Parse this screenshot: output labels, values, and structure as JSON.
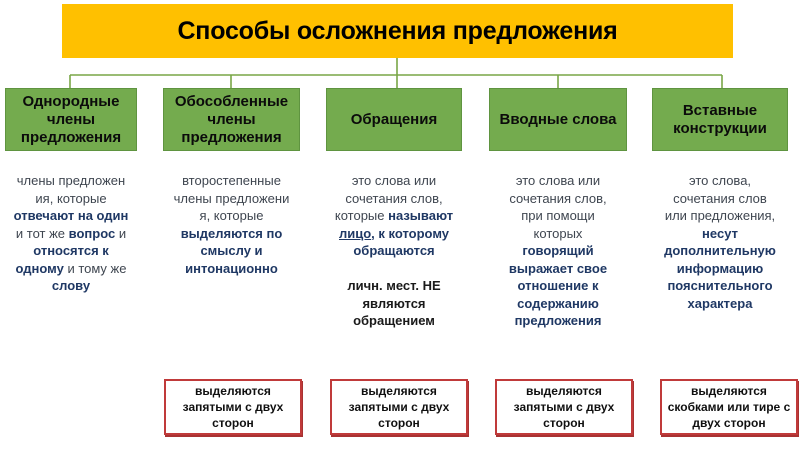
{
  "title": "Способы осложнения предложения",
  "colors": {
    "title-bg": "#FFC000",
    "category-bg": "#74AB4E",
    "category-border": "#5F9440",
    "connector": "#79A646",
    "emphasis-navy": "#1F3864",
    "body-text": "#3F4650",
    "black-text": "#1A1A1A",
    "rule-border": "#C03A3A",
    "rule-shadow": "#A83232"
  },
  "columns": [
    {
      "header": "Однородные\nчлены\nпредложения",
      "description": [
        {
          "t": "члены предложен\nия, которые\n",
          "s": "n"
        },
        {
          "t": "отвечают на один",
          "s": "b"
        },
        {
          "t": "\nи тот же ",
          "s": "n"
        },
        {
          "t": "вопрос",
          "s": "b"
        },
        {
          "t": " и\n",
          "s": "n"
        },
        {
          "t": "относятся к\nодному",
          "s": "b"
        },
        {
          "t": " и тому же\n",
          "s": "n"
        },
        {
          "t": "слову",
          "s": "b"
        }
      ]
    },
    {
      "header": "Обособленные\nчлены\nпредложения",
      "description": [
        {
          "t": "второстепенные\nчлены предложени\nя, которые\n",
          "s": "n"
        },
        {
          "t": "выделяются по\nсмыслу и\nинтонационно",
          "s": "b"
        }
      ]
    },
    {
      "header": "Обращения",
      "description": [
        {
          "t": "это слова или\nсочетания слов,\nкоторые ",
          "s": "n"
        },
        {
          "t": "называют\n",
          "s": "b"
        },
        {
          "t": "лицо",
          "s": "bu"
        },
        {
          "t": ", к которому\nобращаются",
          "s": "b"
        },
        {
          "t": "\n\n",
          "s": "n"
        },
        {
          "t": "личн. мест. НЕ\nявляются\nобращением",
          "s": "k"
        }
      ]
    },
    {
      "header": "Вводные слова",
      "description": [
        {
          "t": "это слова или\nсочетания слов,\nпри помощи\nкоторых\n",
          "s": "n"
        },
        {
          "t": "говорящий\nвыражает свое\nотношение к\nсодержанию\nпредложения",
          "s": "b"
        }
      ]
    },
    {
      "header": "Вставные\nконструкции",
      "description": [
        {
          "t": "это слова,\nсочетания слов\nили предложения,\n",
          "s": "n"
        },
        {
          "t": "несут\nдополнительную\nинформацию\nпояснительного\nхарактера",
          "s": "b"
        }
      ]
    }
  ],
  "rules": [
    {
      "text": "выделяются\nзапятыми с двух\nсторон"
    },
    {
      "text": "выделяются\nзапятыми с двух\nсторон"
    },
    {
      "text": "выделяются\nзапятыми с двух\nсторон"
    },
    {
      "text": "выделяются\nскобками или тире с\nдвух сторон"
    }
  ]
}
